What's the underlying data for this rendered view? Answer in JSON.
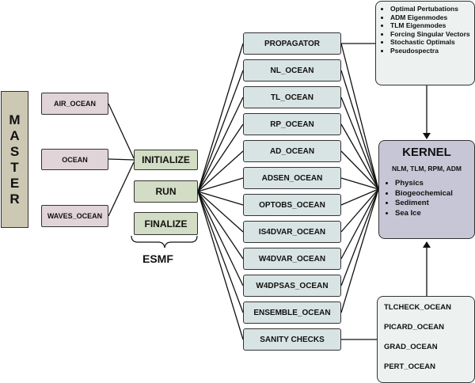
{
  "master": {
    "letters": [
      "M",
      "A",
      "S",
      "T",
      "E",
      "R"
    ]
  },
  "inputs": [
    "AIR_OCEAN",
    "OCEAN",
    "WAVES_OCEAN"
  ],
  "esmf_phases": [
    "INITIALIZE",
    "RUN",
    "FINALIZE"
  ],
  "esmf_label": "ESMF",
  "models": [
    "PROPAGATOR",
    "NL_OCEAN",
    "TL_OCEAN",
    "RP_OCEAN",
    "AD_OCEAN",
    "ADSEN_OCEAN",
    "OPTOBS_OCEAN",
    "IS4DVAR_OCEAN",
    "W4DVAR_OCEAN",
    "W4DPSAS_OCEAN",
    "ENSEMBLE_OCEAN",
    "SANITY CHECKS"
  ],
  "propagator_options": [
    "Optimal Pertubations",
    "ADM Eigenmodes",
    "TLM Eigenmodes",
    "Forcing Singular Vectors",
    "Stochastic Optimals",
    "Pseudospectra"
  ],
  "kernel": {
    "title": "KERNEL",
    "subtitle": "NLM, TLM, RPM, ADM",
    "items": [
      "Physics",
      "Biogeochemical",
      "Sediment",
      "Sea Ice"
    ]
  },
  "sanity_tests": [
    "TLCHECK_OCEAN",
    "PICARD_OCEAN",
    "GRAD_OCEAN",
    "PERT_OCEAN"
  ]
}
